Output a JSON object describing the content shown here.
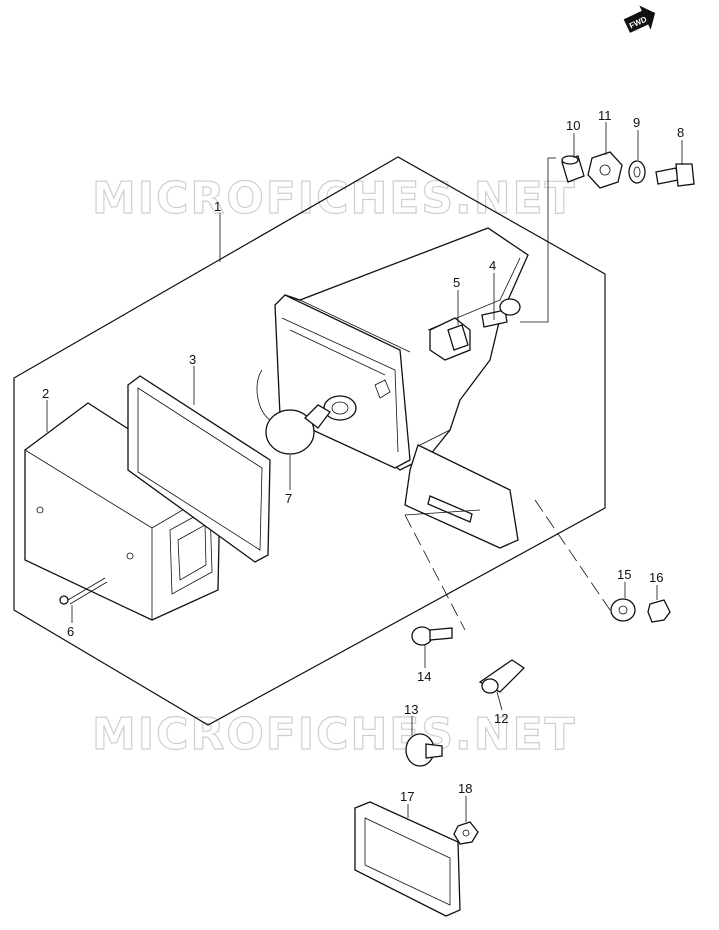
{
  "fwd_badge": "FWD",
  "watermark": "MICROFICHES.NET",
  "callouts": [
    "1",
    "2",
    "3",
    "4",
    "5",
    "6",
    "7",
    "8",
    "9",
    "10",
    "11",
    "12",
    "13",
    "14",
    "15",
    "16",
    "17",
    "18"
  ]
}
